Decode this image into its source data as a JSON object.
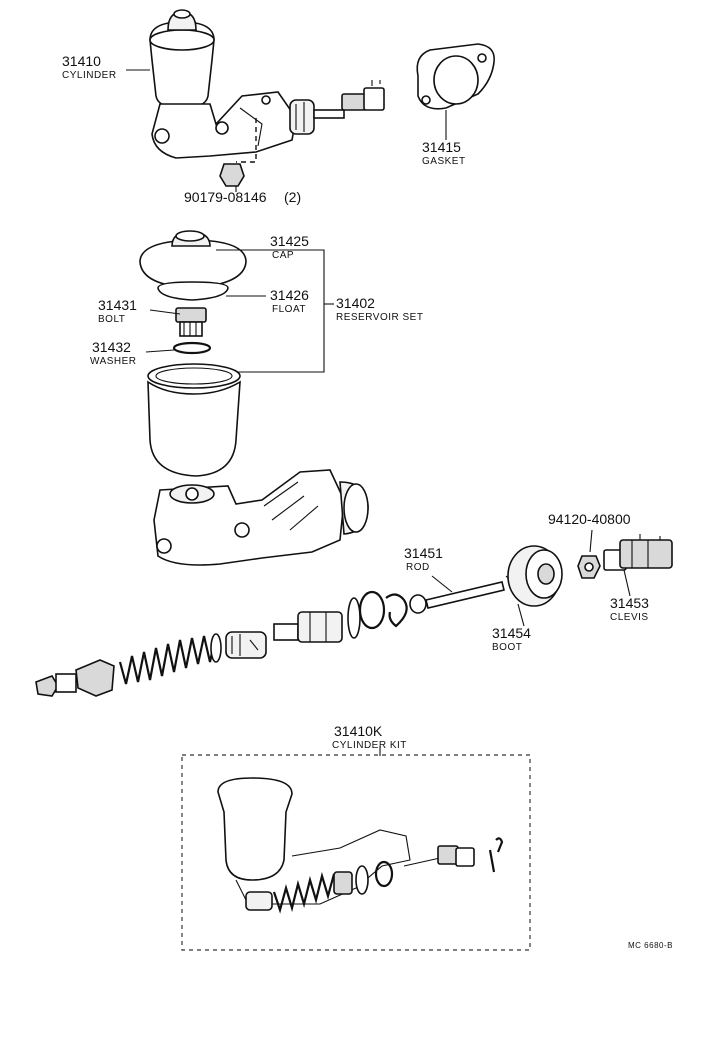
{
  "parts": {
    "cylinder": {
      "number": "31410",
      "name": "CYLINDER"
    },
    "gasket": {
      "number": "31415",
      "name": "GASKET"
    },
    "nut": {
      "number": "90179-08146",
      "qty": "(2)"
    },
    "cap": {
      "number": "31425",
      "name": "CAP"
    },
    "float": {
      "number": "31426",
      "name": "FLOAT"
    },
    "reservoir_set": {
      "number": "31402",
      "name": "RESERVOIR SET"
    },
    "bolt": {
      "number": "31431",
      "name": "BOLT"
    },
    "washer": {
      "number": "31432",
      "name": "WASHER"
    },
    "nut2": {
      "number": "94120-40800"
    },
    "rod": {
      "number": "31451",
      "name": "ROD"
    },
    "clevis": {
      "number": "31453",
      "name": "CLEVIS"
    },
    "boot": {
      "number": "31454",
      "name": "BOOT"
    },
    "cylinder_kit": {
      "number": "31410K",
      "name": "CYLINDER KIT"
    }
  },
  "diagram_code": "MC 6680-B"
}
